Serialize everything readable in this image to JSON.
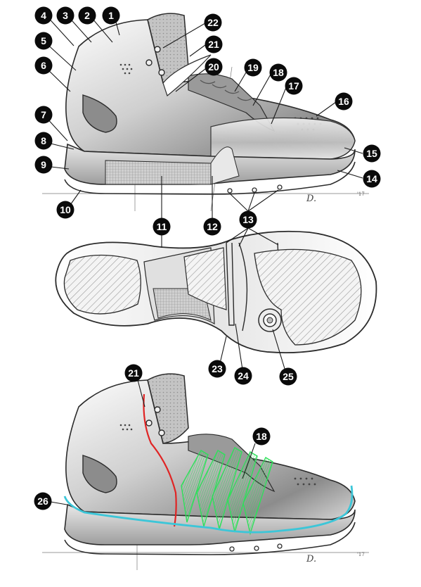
{
  "signature": {
    "top": "D.",
    "top_mark": "'17",
    "bottom": "D.",
    "bottom_mark": "'17"
  },
  "callouts": [
    {
      "id": "c1",
      "label": "1"
    },
    {
      "id": "c2",
      "label": "2"
    },
    {
      "id": "c3",
      "label": "3"
    },
    {
      "id": "c4",
      "label": "4"
    },
    {
      "id": "c5",
      "label": "5"
    },
    {
      "id": "c6",
      "label": "6"
    },
    {
      "id": "c7",
      "label": "7"
    },
    {
      "id": "c8",
      "label": "8"
    },
    {
      "id": "c9",
      "label": "9"
    },
    {
      "id": "c10",
      "label": "10"
    },
    {
      "id": "c11",
      "label": "11"
    },
    {
      "id": "c12",
      "label": "12"
    },
    {
      "id": "c13",
      "label": "13"
    },
    {
      "id": "c14",
      "label": "14"
    },
    {
      "id": "c15",
      "label": "15"
    },
    {
      "id": "c16",
      "label": "16"
    },
    {
      "id": "c17",
      "label": "17"
    },
    {
      "id": "c18",
      "label": "18"
    },
    {
      "id": "c19",
      "label": "19"
    },
    {
      "id": "c20",
      "label": "20"
    },
    {
      "id": "c21",
      "label": "21"
    },
    {
      "id": "c22",
      "label": "22"
    },
    {
      "id": "c23",
      "label": "23"
    },
    {
      "id": "c24",
      "label": "24"
    },
    {
      "id": "c25",
      "label": "25"
    },
    {
      "id": "c26",
      "label": "26"
    },
    {
      "id": "c21b",
      "label": "21"
    },
    {
      "id": "c18b",
      "label": "18"
    }
  ],
  "colors": {
    "callout_fill": "#0a0a0a",
    "callout_text": "#ffffff",
    "leader": "#1a1a1a",
    "outline": "#2b2b2b",
    "highlight_red": "#e02424",
    "highlight_green": "#2ee05a",
    "highlight_cyan": "#3cc6d8"
  }
}
